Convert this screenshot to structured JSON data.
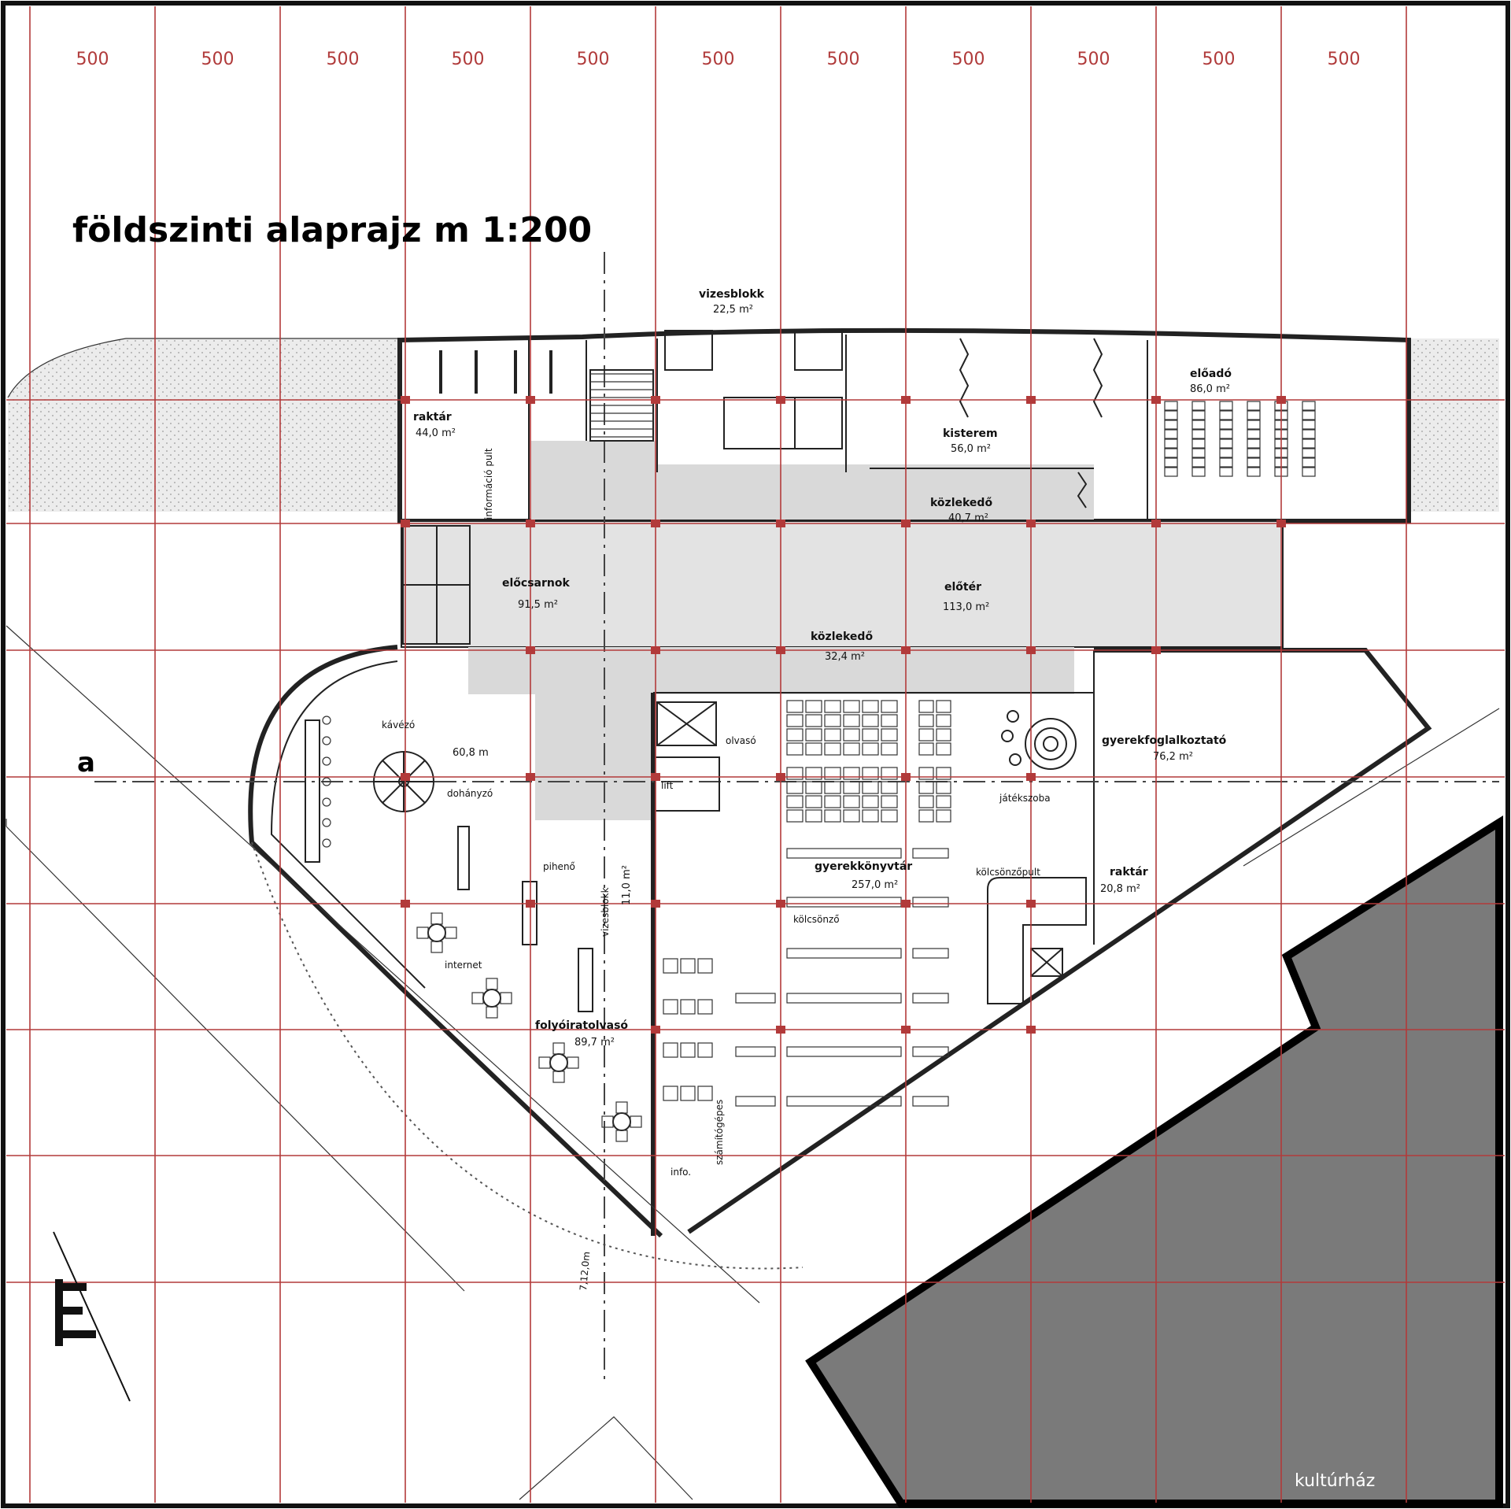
{
  "title": "földszinti alaprajz m 1:200",
  "grid": {
    "dimension_labels": [
      "500",
      "500",
      "500",
      "500",
      "500",
      "500",
      "500",
      "500",
      "500",
      "500",
      "500"
    ]
  },
  "colors": {
    "grid": "#b23a3a",
    "corridor_fill": "#d9d9d9",
    "neighbor_building": "#7a7a7a",
    "hatched_ground": "#e6e6e6"
  },
  "axis_label": "a",
  "rooms": {
    "vizesblokk_top": {
      "name": "vizesblokk",
      "area": "22,5 m²"
    },
    "raktar_top": {
      "name": "raktár",
      "area": "44,0 m²"
    },
    "informacio": {
      "name": "információ pult"
    },
    "kisterem": {
      "name": "kisterem",
      "area": "56,0 m²"
    },
    "eloado": {
      "name": "előadó",
      "area": "86,0 m²"
    },
    "kozlekedo_top": {
      "name": "közlekedő",
      "area": "40,7 m²"
    },
    "eloter": {
      "name": "előcsarnok",
      "area": "91,5 m²"
    },
    "folyoso": {
      "name": "előtér",
      "area": "113,0 m²"
    },
    "kozlekedo_mid": {
      "name": "közlekedő",
      "area": "32,4 m²"
    },
    "kavezo": {
      "name": "kávézó",
      "area": "60,8 m"
    },
    "dohanyzo": {
      "name": "dohányzó"
    },
    "olvaso": {
      "name": "olvasó"
    },
    "lift": {
      "name": "lift"
    },
    "gyerekfoglalkoztato": {
      "name": "gyerekfoglalkoztató",
      "area": "76,2 m²"
    },
    "jatekszoba": {
      "name": "játékszoba"
    },
    "piheno": {
      "name": "pihenő"
    },
    "vizesblokk_mid": {
      "name": "vizesblokk",
      "area": "11,0 m²"
    },
    "gyerekkonyvtar": {
      "name": "gyerekkönyvtár",
      "area": "257,0 m²"
    },
    "kolcsonzo_pult": {
      "name": "kölcsönzőpult"
    },
    "kolcsonzo": {
      "name": "kölcsönző"
    },
    "raktar_right": {
      "name": "raktár",
      "area": "20,8 m²"
    },
    "internet": {
      "name": "internet"
    },
    "folyoiratolvaso": {
      "name": "folyóiratolvasó",
      "area": "89,7 m²"
    },
    "info": {
      "name": "info."
    },
    "szamitogepes": {
      "name": "számítógépes"
    },
    "arrow_dim": {
      "name": "7,12,0m"
    }
  },
  "watermark": "kultúrház"
}
